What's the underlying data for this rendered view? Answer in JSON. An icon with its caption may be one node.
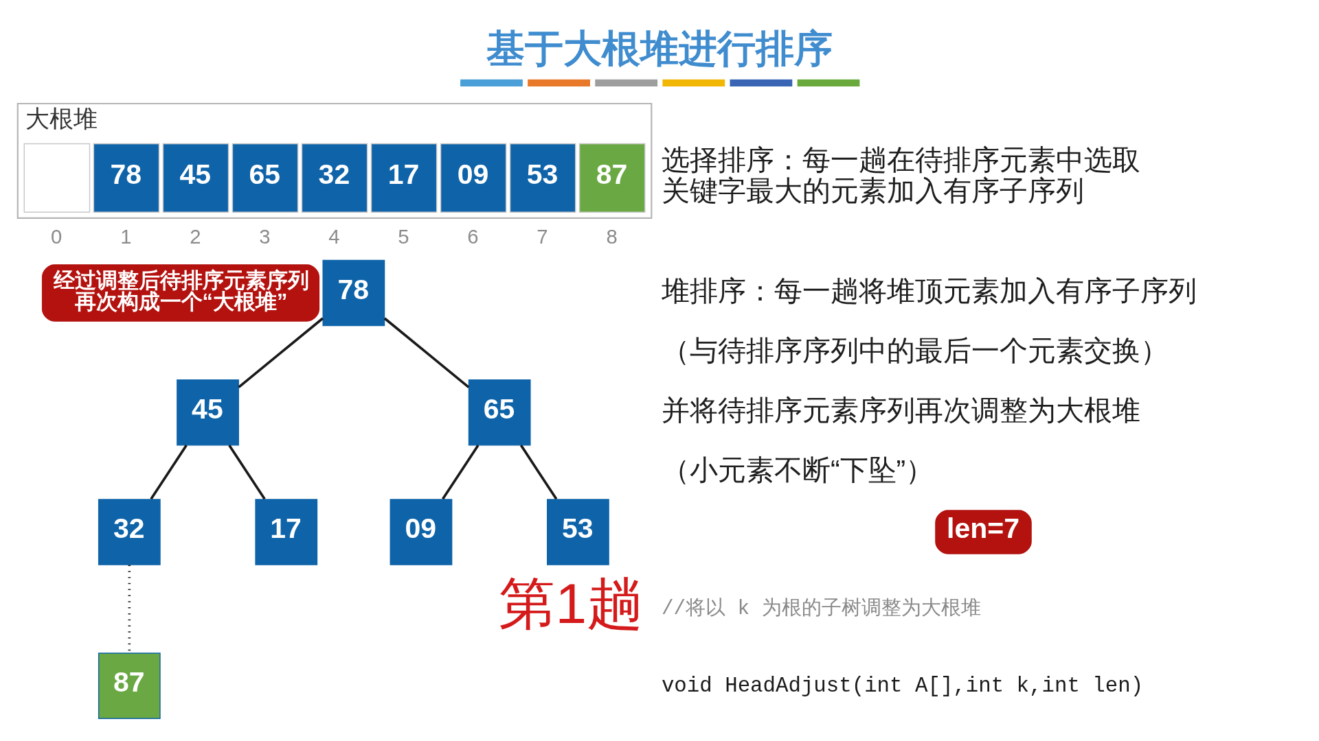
{
  "diagram": {
    "title": "基于大根堆进行排序",
    "nodes": [
      {
        "text": [
          "大根堆"
        ]
      },
      {
        "text": [],
        "shape": "box",
        "in": 0,
        "beside": [
          "0"
        ]
      },
      {
        "text": [
          "78"
        ],
        "in": 0,
        "beside": [
          "1"
        ]
      },
      {
        "text": [
          "45"
        ],
        "in": 0,
        "beside": [
          "2"
        ]
      },
      {
        "text": [
          "65"
        ],
        "in": 0,
        "beside": [
          "3"
        ]
      },
      {
        "text": [
          "32"
        ],
        "in": 0,
        "beside": [
          "4"
        ]
      },
      {
        "text": [
          "17"
        ],
        "in": 0,
        "beside": [
          "5"
        ]
      },
      {
        "text": [
          "09"
        ],
        "in": 0,
        "beside": [
          "6"
        ]
      },
      {
        "text": [
          "53"
        ],
        "in": 0,
        "beside": [
          "7"
        ]
      },
      {
        "text": [
          "87"
        ],
        "in": 0,
        "beside": [
          "8"
        ]
      },
      {
        "text": [
          "经过调整后待排序元素序列再次构成一个“大根堆”"
        ]
      },
      {
        "text": [
          "78"
        ]
      },
      {
        "text": [
          "45"
        ]
      },
      {
        "text": [
          "65"
        ]
      },
      {
        "text": [
          "32"
        ]
      },
      {
        "text": [
          "17"
        ]
      },
      {
        "text": [
          "09"
        ]
      },
      {
        "text": [
          "53"
        ]
      },
      {
        "text": [
          "87"
        ]
      },
      {
        "text": [
          "len=7"
        ]
      }
    ],
    "edges": [
      {
        "from": 11,
        "to": 12,
        "arrow": "none"
      },
      {
        "from": 11,
        "to": 13,
        "arrow": "none"
      },
      {
        "from": 12,
        "to": 14,
        "arrow": "none"
      },
      {
        "from": 12,
        "to": 15,
        "arrow": "none"
      },
      {
        "from": 13,
        "to": 16,
        "arrow": "none"
      },
      {
        "from": 13,
        "to": 17,
        "arrow": "none"
      },
      {
        "from": 14,
        "to": 18,
        "arrow": "none",
        "style": "dashed"
      }
    ],
    "labels": [
      "选择排序：每一趟在待排序元素中选取关键字最大的元素加入有序子序列",
      "堆排序：每一趟将堆顶元素加入有序子序列",
      "（与待排序序列中的最后一个元素交换）",
      "并将待排序元素序列再次调整为大根堆",
      "（小元素不断“下坠”）",
      "//将以 k 为根的子树调整为大根堆",
      "void HeadAdjust(int A[],int k,int len)",
      "第1趟"
    ]
  }
}
